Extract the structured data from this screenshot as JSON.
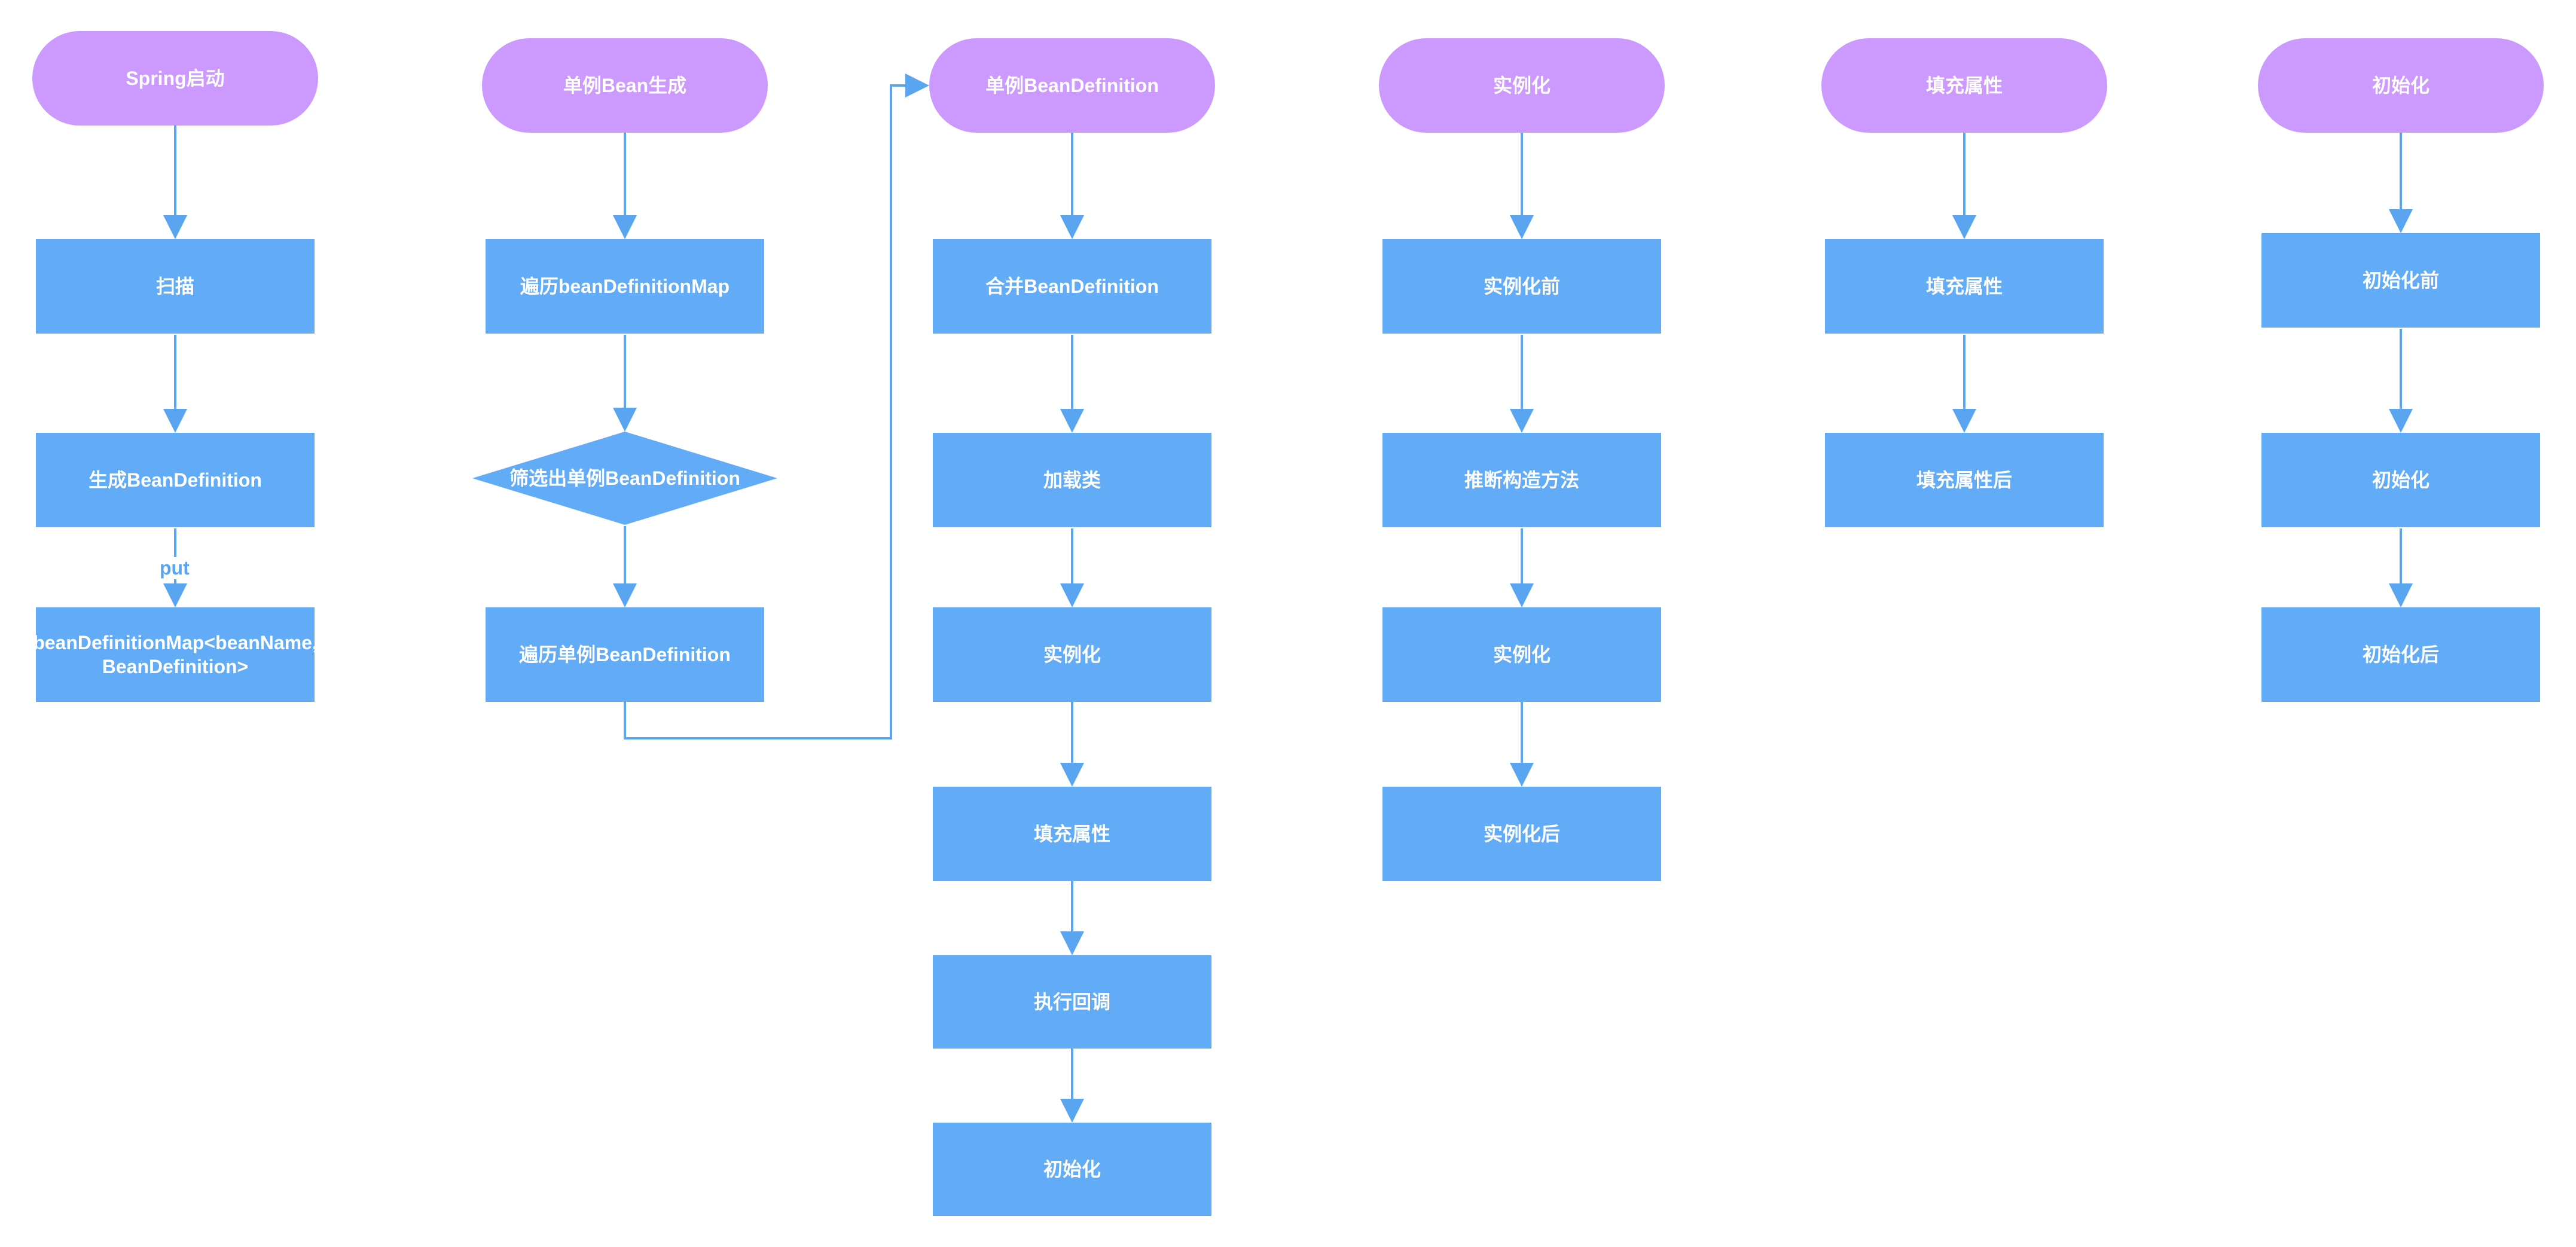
{
  "colors": {
    "terminal": "#cc99ff",
    "process": "#62abf6",
    "edge": "#5aa5f0",
    "text": "#ffffff"
  },
  "nodes": {
    "spring_start": "Spring启动",
    "scan": "扫描",
    "gen_bd": "生成BeanDefinition",
    "bd_map": "beanDefinitionMap<beanName, BeanDefinition>",
    "singleton_gen": "单例Bean生成",
    "iter_bd_map": "遍历beanDefinitionMap",
    "filter_singleton": "筛选出单例BeanDefinition",
    "iter_singleton": "遍历单例BeanDefinition",
    "singleton_bd": "单例BeanDefinition",
    "merge_bd": "合并BeanDefinition",
    "load_class": "加载类",
    "c3_instantiate": "实例化",
    "c3_populate": "填充属性",
    "c3_callback": "执行回调",
    "c3_init": "初始化",
    "inst_title": "实例化",
    "before_inst": "实例化前",
    "infer_ctor": "推断构造方法",
    "c4_instantiate": "实例化",
    "after_inst": "实例化后",
    "populate_title": "填充属性",
    "c5_populate": "填充属性",
    "after_populate": "填充属性后",
    "init_title": "初始化",
    "before_init": "初始化前",
    "c6_init": "初始化",
    "after_init": "初始化后"
  },
  "edge_labels": {
    "put": "put"
  }
}
